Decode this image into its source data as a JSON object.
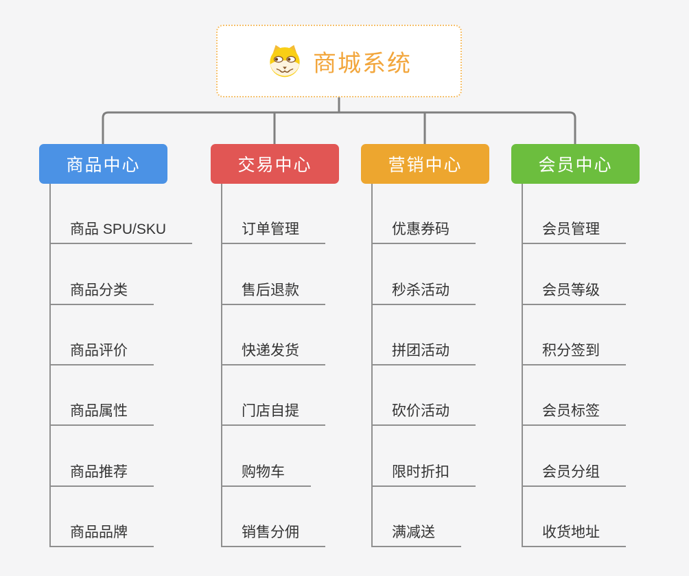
{
  "root": {
    "title": "商城系统",
    "icon": "shiba-dog-icon",
    "title_color": "#f2a63c",
    "border_color": "#f6c06a"
  },
  "connector_color": "#7f7f7f",
  "leaf_line_color": "#8f8f8f",
  "branches": [
    {
      "label": "商品中心",
      "color": "#4b92e5",
      "children": [
        "商品 SPU/SKU",
        "商品分类",
        "商品评价",
        "商品属性",
        "商品推荐",
        "商品品牌"
      ]
    },
    {
      "label": "交易中心",
      "color": "#e15654",
      "children": [
        "订单管理",
        "售后退款",
        "快递发货",
        "门店自提",
        "购物车",
        "销售分佣"
      ]
    },
    {
      "label": "营销中心",
      "color": "#eda62f",
      "children": [
        "优惠券码",
        "秒杀活动",
        "拼团活动",
        "砍价活动",
        "限时折扣",
        "满减送"
      ]
    },
    {
      "label": "会员中心",
      "color": "#6cbe3e",
      "children": [
        "会员管理",
        "会员等级",
        "积分签到",
        "会员标签",
        "会员分组",
        "收货地址"
      ]
    }
  ]
}
